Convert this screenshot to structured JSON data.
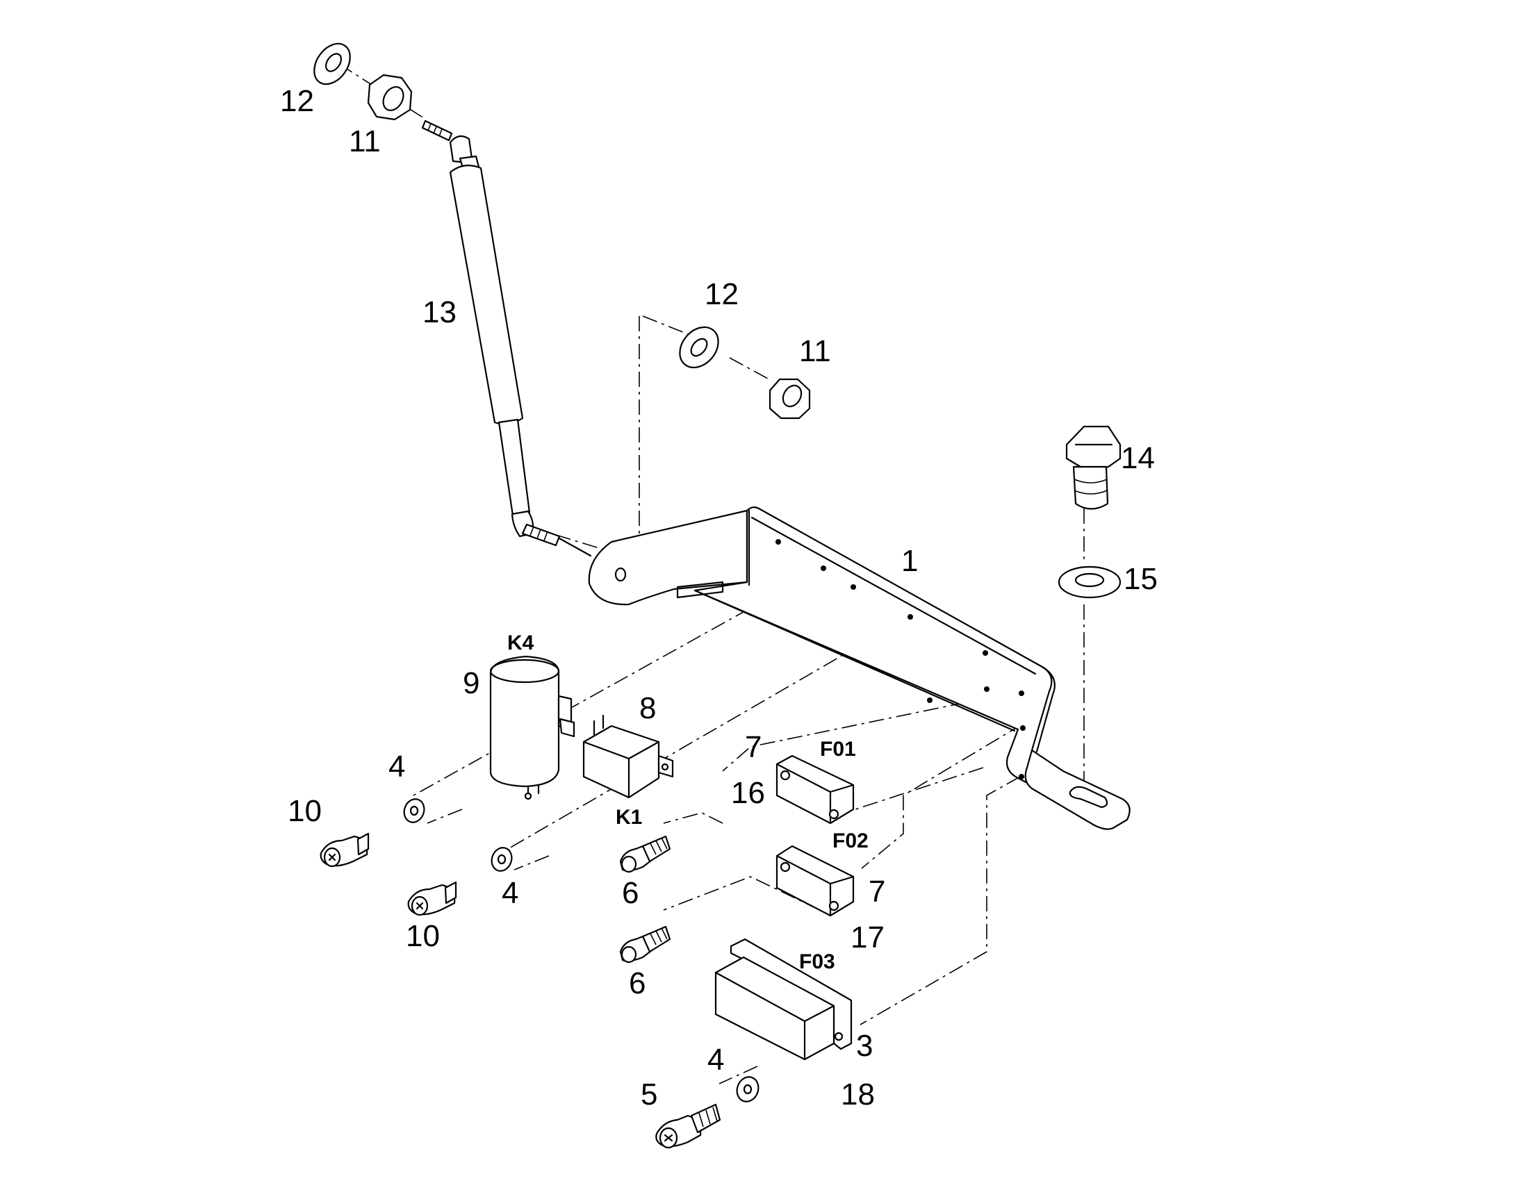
{
  "callouts": {
    "c1": "1",
    "c3": "3",
    "c4a": "4",
    "c4b": "4",
    "c4c": "4",
    "c5": "5",
    "c6a": "6",
    "c6b": "6",
    "c7a": "7",
    "c7b": "7",
    "c8": "8",
    "c9": "9",
    "c10a": "10",
    "c10b": "10",
    "c11a": "11",
    "c11b": "11",
    "c12a": "12",
    "c12b": "12",
    "c13": "13",
    "c14": "14",
    "c15": "15",
    "c16": "16",
    "c17": "17",
    "c18": "18"
  },
  "refs": {
    "k4": "K4",
    "k1": "K1",
    "f01": "F01",
    "f02": "F02",
    "f03": "F03"
  }
}
